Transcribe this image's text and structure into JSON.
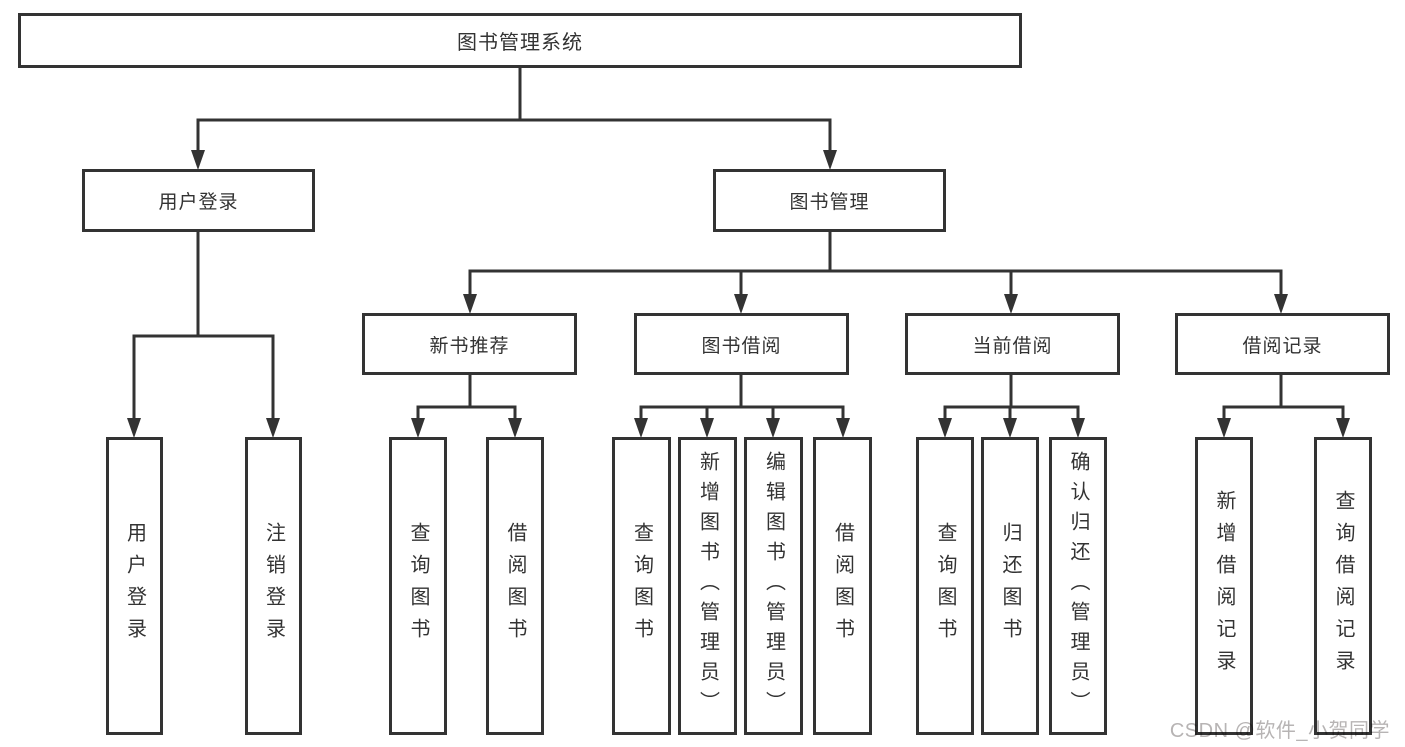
{
  "diagram": {
    "root_label": "图书管理系统",
    "level2": {
      "user_login": "用户登录",
      "book_management": "图书管理"
    },
    "level3": {
      "new_book_recommend": "新书推荐",
      "book_borrow": "图书借阅",
      "current_borrow": "当前借阅",
      "borrow_records": "借阅记录"
    },
    "leaves": {
      "user_login": [
        "用户登录",
        "注销登录"
      ],
      "new_book_recommend": [
        "查询图书",
        "借阅图书"
      ],
      "book_borrow": [
        "查询图书",
        "新增图书（管理员）",
        "编辑图书（管理员）",
        "借阅图书"
      ],
      "current_borrow": [
        "查询图书",
        "归还图书",
        "确认归还（管理员）"
      ],
      "borrow_records": [
        "新增借阅记录",
        "查询借阅记录"
      ]
    }
  },
  "watermark": {
    "text": "CSDN @软件_小贺同学"
  },
  "colors": {
    "line": "#333333",
    "text": "#333333",
    "watermark_text": "#b7b4b4",
    "background": "#ffffff"
  }
}
